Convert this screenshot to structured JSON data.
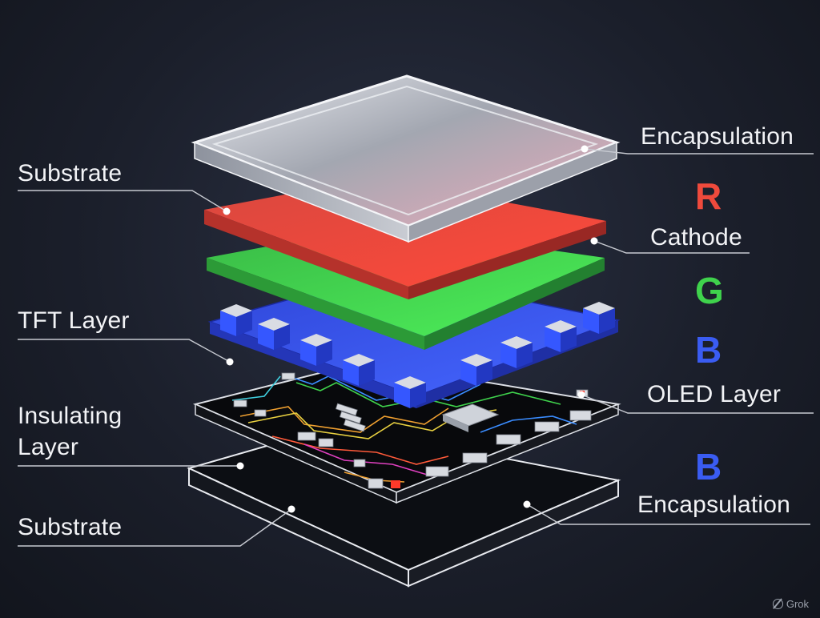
{
  "labels": {
    "encapsulation_top": "Encapsulation",
    "substrate_top": "Substrate",
    "cathode": "Cathode",
    "tft_layer": "TFT Layer",
    "oled_layer": "OLED Layer",
    "insulating_line1": "Insulating",
    "insulating_line2": "Layer",
    "substrate_bottom": "Substrate",
    "encapsulation_bottom": "Encapsulation"
  },
  "letters": {
    "r": "R",
    "g": "G",
    "b1": "B",
    "b2": "B"
  },
  "colors": {
    "red": "#ef4a3c",
    "green": "#3fd24c",
    "blue": "#3a55f0",
    "glass": "#cfd3dc"
  },
  "watermark": "Grok"
}
